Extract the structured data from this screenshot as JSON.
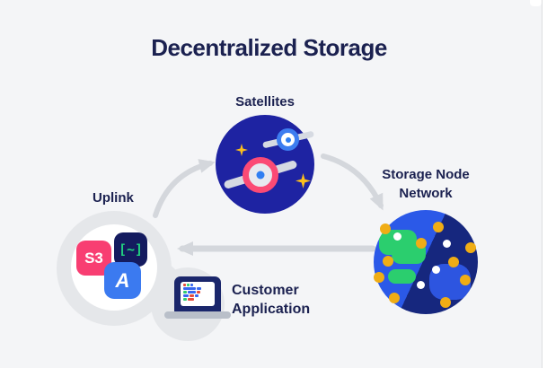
{
  "title": "Decentralized Storage",
  "diagram": {
    "satellites": {
      "label": "Satellites"
    },
    "uplink": {
      "label": "Uplink",
      "badges": {
        "s3": "S3",
        "cli": "[~]",
        "app": "A"
      }
    },
    "storage_node_network": {
      "label_line1": "Storage Node",
      "label_line2": "Network"
    },
    "customer_application": {
      "label_line1": "Customer",
      "label_line2": "Application"
    }
  },
  "flow": [
    {
      "from": "Uplink",
      "to": "Satellites"
    },
    {
      "from": "Satellites",
      "to": "Storage Node Network"
    },
    {
      "from": "Storage Node Network",
      "to": "Uplink"
    }
  ],
  "icons": {
    "satellite-large-icon": "ringed planet (pink ring)",
    "satellite-small-icon": "ringed planet (blue ring)",
    "sparkle-icon": "✦",
    "s3-badge-icon": "S3 app tile",
    "terminal-badge-icon": "[~] CLI app tile",
    "app-badge-icon": "A app tile",
    "laptop-icon": "laptop with code on screen",
    "globe-icon": "globe with node dots",
    "arrow-icon": "→"
  },
  "colors": {
    "background": "#f4f5f7",
    "text_navy": "#1b2150",
    "satellites_circle": "#1e23a2",
    "ring_pink": "#fb4a75",
    "ring_blue": "#3d7df0",
    "center_dot_blue": "#2f7ef2",
    "sparkle_yellow": "#fcbe1c",
    "globe_blue": "#2b59e8",
    "globe_dark": "#16277e",
    "land_green": "#2bce6e",
    "node_yellow": "#f0ad15",
    "badge_pink": "#f83e72",
    "badge_navy": "#141b5f",
    "badge_green_text": "#21d07f",
    "badge_blue": "#3b7af0",
    "laptop_navy": "#1a266b",
    "arrow_gray": "#d4d7dc",
    "blob_gray": "#e5e7ea"
  }
}
